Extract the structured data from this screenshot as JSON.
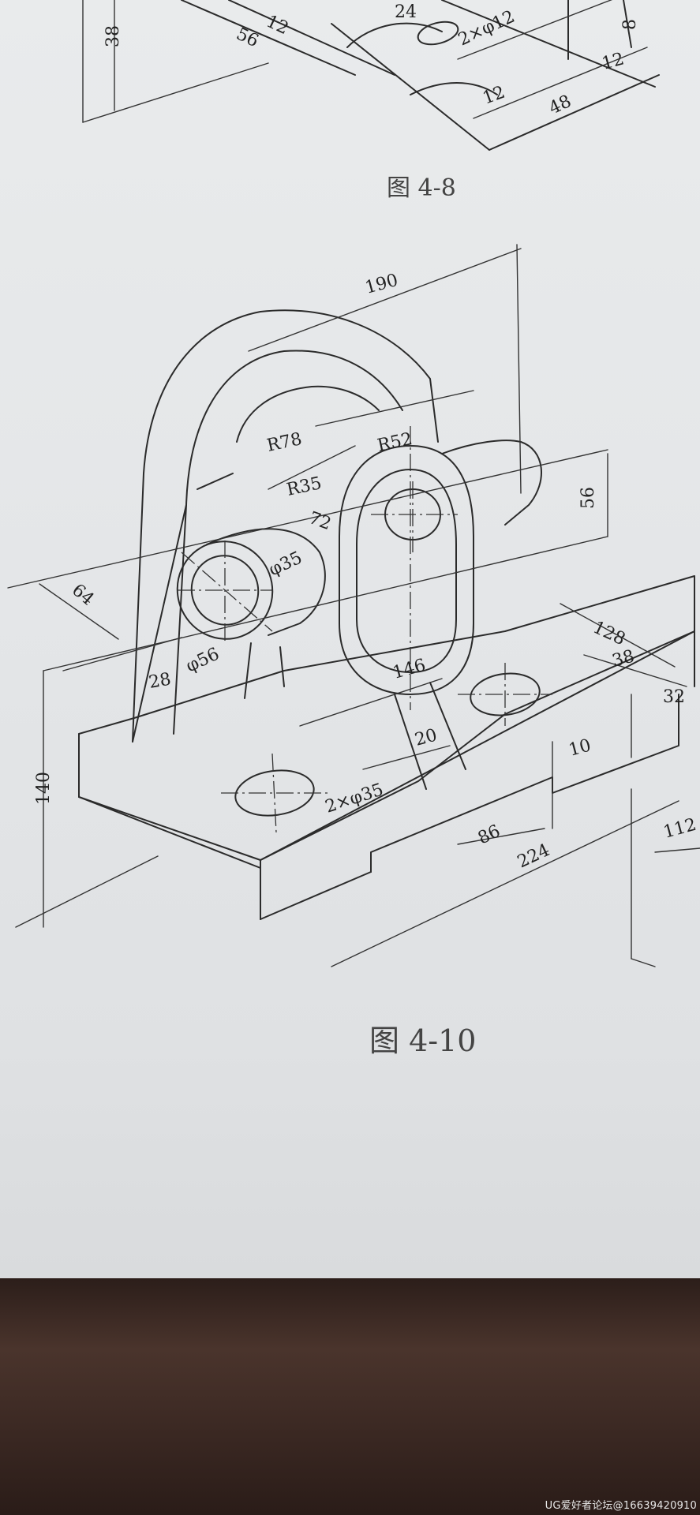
{
  "figures": {
    "upper": {
      "caption": "图 4-8",
      "dimensions": [
        "38",
        "56",
        "12",
        "24",
        "2×φ12",
        "8",
        "12",
        "12",
        "48"
      ]
    },
    "main": {
      "caption": "图 4-10"
    }
  },
  "dimensions": {
    "d190": "190",
    "r78": "R78",
    "r52": "R52",
    "r35": "R35",
    "d72": "72",
    "d56_top": "56",
    "d64": "64",
    "phi35": "φ35",
    "phi56": "φ56",
    "d28": "28",
    "d146": "146",
    "d128": "128",
    "d38": "38",
    "d32": "32",
    "d140": "140",
    "d20": "20",
    "d10": "10",
    "holes": "2×φ35",
    "d86": "86",
    "d224": "224",
    "d112": "112"
  },
  "watermark": "UG爱好者论坛@16639420910"
}
